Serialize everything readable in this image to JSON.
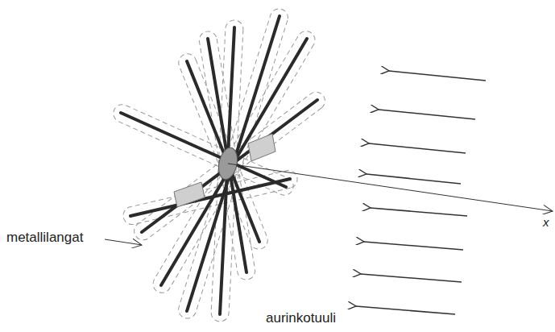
{
  "diagram": {
    "labels": [
      "metallilangat",
      "aurinkotuuli",
      "x"
    ]
  }
}
